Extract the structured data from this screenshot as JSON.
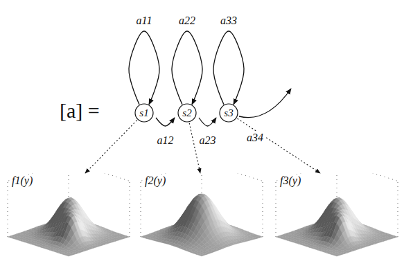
{
  "diagram": {
    "nodes": [
      {
        "text": [
          "s1"
        ]
      },
      {
        "text": [
          "s2"
        ]
      },
      {
        "text": [
          "s3"
        ]
      },
      {
        "text": [
          "f1(y)"
        ]
      },
      {
        "text": [
          "f2(y)"
        ]
      },
      {
        "text": [
          "f3(y)"
        ]
      }
    ],
    "edges": [
      {
        "from": 0,
        "to": 0,
        "label": "a11",
        "arrow": "to"
      },
      {
        "from": 1,
        "to": 1,
        "label": "a22",
        "arrow": "to"
      },
      {
        "from": 2,
        "to": 2,
        "label": "a33",
        "arrow": "to"
      },
      {
        "from": 0,
        "to": 1,
        "label": "a12",
        "arrow": "to"
      },
      {
        "from": 1,
        "to": 2,
        "label": "a23",
        "arrow": "to"
      },
      {
        "from": 0,
        "to": 3,
        "arrow": "to"
      },
      {
        "from": 1,
        "to": 4,
        "arrow": "to"
      },
      {
        "from": 2,
        "to": 5,
        "arrow": "to"
      }
    ],
    "labels": [
      "[a] =",
      "a34"
    ]
  }
}
